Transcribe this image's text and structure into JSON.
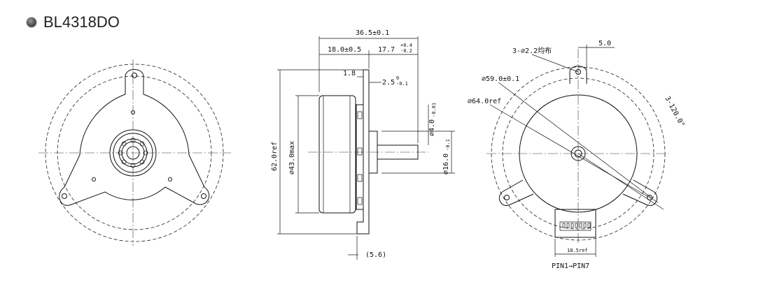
{
  "model": "BL4318DO",
  "side_view": {
    "overall_length": "36.5±0.1",
    "rotor_length": "18.0±0.5",
    "shaft_length": "17.7",
    "shaft_tol_upper": "+0.4",
    "shaft_tol_lower": "-0.2",
    "flange_thickness": "1.8",
    "boss_height": "2.5",
    "boss_tol": "-0.1",
    "boss_tol_zero": "0",
    "shaft_dia": "⌀4.0",
    "shaft_dia_tol": "-0.01",
    "boss_dia": "⌀16.0",
    "boss_dia_tol": "-0.1",
    "body_dia": "⌀43.0max",
    "flange_height": "62.0ref",
    "connector_offset": "(5.6)"
  },
  "rear_view": {
    "holes": "3-⌀2.2均布",
    "hole_offset": "5.0",
    "pcd": "⌀59.0±0.1",
    "outer_ref": "⌀64.0ref",
    "angle": "3-120.0°",
    "connector_width": "18.5ref",
    "pins": "PIN1→PIN7"
  }
}
